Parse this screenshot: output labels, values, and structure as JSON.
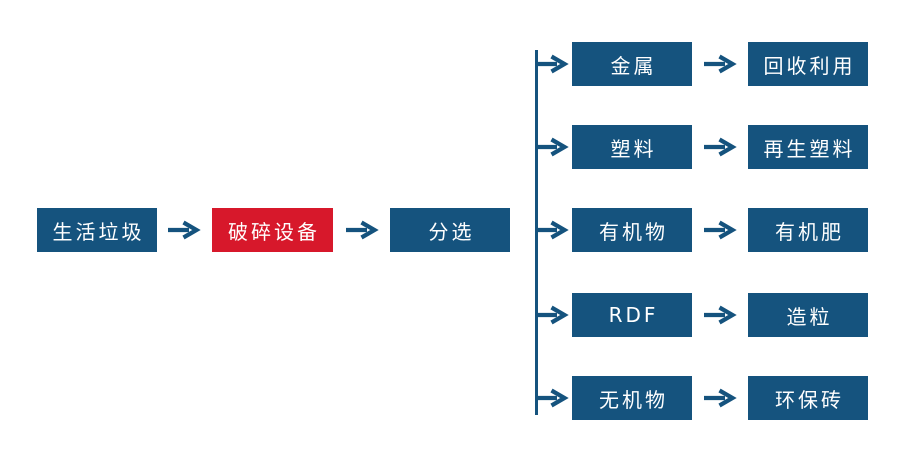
{
  "colors": {
    "blue": "#15537E",
    "red": "#D7182B",
    "bg": "#FFFFFF"
  },
  "main_flow": {
    "input": "生活垃圾",
    "process": "破碎设备",
    "sorting": "分选"
  },
  "branches": [
    {
      "source": "金属",
      "result": "回收利用"
    },
    {
      "source": "塑料",
      "result": "再生塑料"
    },
    {
      "source": "有机物",
      "result": "有机肥"
    },
    {
      "source": "RDF",
      "result": "造粒"
    },
    {
      "source": "无机物",
      "result": "环保砖"
    }
  ],
  "icons": {
    "arrow": "arrow-right-icon",
    "connector": "branch-connector-line"
  }
}
